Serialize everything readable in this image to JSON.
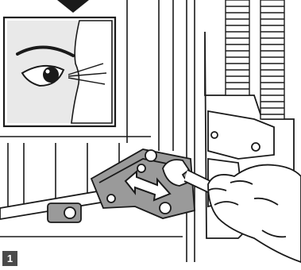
{
  "figure": {
    "step_number": "1",
    "inset": "eye-observation",
    "action": "adjust-hinge-with-wrench",
    "direction_arrow": "left-right",
    "colors": {
      "ink": "#1a1a1a",
      "inset_bg": "#e9e9e9",
      "badge": "#4a4a4a",
      "hinge_fill": "#9a9a9a"
    }
  }
}
